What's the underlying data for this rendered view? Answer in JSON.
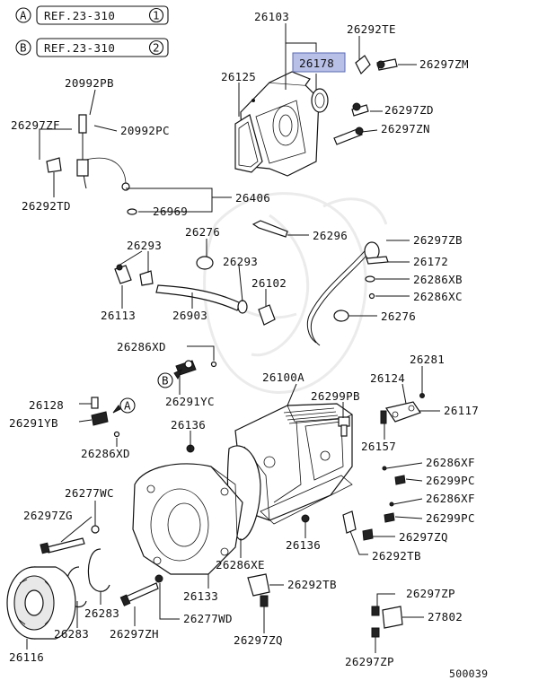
{
  "references": [
    {
      "letter": "A",
      "text": "REF.23-310",
      "num": "1"
    },
    {
      "letter": "B",
      "text": "REF.23-310",
      "num": "2"
    }
  ],
  "callouts": {
    "a": "A",
    "b": "B"
  },
  "parts": {
    "p26103": "26103",
    "p26292TE": "26292TE",
    "p26178": "26178",
    "p26297ZM": "26297ZM",
    "p26125": "26125",
    "p20992PB": "20992PB",
    "p26297ZF": "26297ZF",
    "p20992PC": "20992PC",
    "p26297ZD": "26297ZD",
    "p26297ZN": "26297ZN",
    "p26292TD": "26292TD",
    "p26406": "26406",
    "p26969": "26969",
    "p26276a": "26276",
    "p26296": "26296",
    "p26297ZB": "26297ZB",
    "p26293a": "26293",
    "p26293b": "26293",
    "p26172": "26172",
    "p26286XB": "26286XB",
    "p26102": "26102",
    "p26286XC": "26286XC",
    "p26113": "26113",
    "p26903": "26903",
    "p26276b": "26276",
    "p26286XDa": "26286XD",
    "p26281": "26281",
    "p26100A": "26100A",
    "p26124": "26124",
    "p26291YC": "26291YC",
    "p26299PB": "26299PB",
    "p26117": "26117",
    "p26128": "26128",
    "p26291YB": "26291YB",
    "p26136a": "26136",
    "p26157": "26157",
    "p26286XDb": "26286XD",
    "p26286XFa": "26286XF",
    "p26277WC": "26277WC",
    "p26299PCa": "26299PC",
    "p26286XFb": "26286XF",
    "p26297ZG": "26297ZG",
    "p26299PCb": "26299PC",
    "p26297ZQa": "26297ZQ",
    "p26136b": "26136",
    "p26292TBa": "26292TB",
    "p26286XE": "26286XE",
    "p26292TBb": "26292TB",
    "p26297ZP": "26297ZP",
    "p26133": "26133",
    "p26283a": "26283",
    "p26277WD": "26277WD",
    "p27802": "27802",
    "p26283b": "26283",
    "p26297ZH": "26297ZH",
    "p26297ZQb": "26297ZQ",
    "p26116": "26116",
    "p26297ZPb": "26297ZP"
  },
  "highlight_color": "#b8c0e8",
  "diagram_code": "500039"
}
